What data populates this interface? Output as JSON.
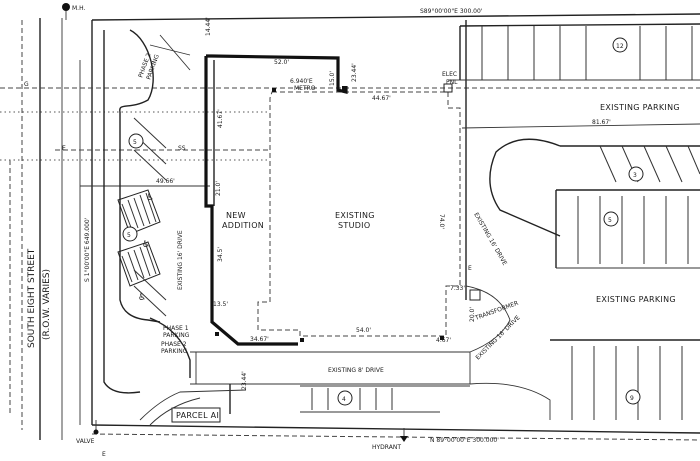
{
  "street": {
    "line1": "SOUTH EIGHT STREET",
    "line2": "(R.O.W. VARIES)"
  },
  "labels": {
    "mh": "M.H.",
    "new_addition_1": "NEW",
    "new_addition_2": "ADDITION",
    "existing_studio_1": "EXISTING",
    "existing_studio_2": "STUDIO",
    "existing_parking_top": "EXISTING PARKING",
    "existing_parking_bottom": "EXISTING PARKING",
    "existing_drive_left": "EXISTING 16' DRIVE",
    "existing_drive_bottom": "EXISTING 8' DRIVE",
    "existing_drive_right_1": "EXISTING 16' DRIVE",
    "existing_drive_right_2": "EXISTING 16' DRIVE",
    "transformer": "TRANSFORMER",
    "parcel": "PARCEL AI",
    "valve": "VALVE",
    "hydrant": "HYDRANT",
    "elec": "ELEC",
    "pnl": "PNL",
    "phase2_parking_1": "PHASE 2",
    "phase2_parking_2": "PARKING",
    "phase1_parking_1": "PHASE 1",
    "phase1_parking_2": "PARKING",
    "phase2_parking_3": "PHASE 2",
    "phase2_parking_4": "PARKING",
    "bearing_top": "S89°00'00\"E 300.00'",
    "bearing_bottom": "N 89°00'00\"E 300.000'",
    "bearing_left": "S 1°00'00\"E 649.000'",
    "letter_e1": "E",
    "letter_e2": "E",
    "letter_e3": "E",
    "ss": "SS",
    "letter_g": "G"
  },
  "dims": [
    "14.44'",
    "52.0'",
    "23.44'",
    "6.940'E",
    "METRO",
    "15.0'",
    "44.67'",
    "81.67'",
    "41.67'",
    "21.0'",
    "49.66'",
    "34.5'",
    "13.5'",
    "74.0'",
    "7.33'",
    "20.0'",
    "54.0'",
    "34.67'",
    "4.67'",
    "23.44'"
  ],
  "lot_numbers": [
    "12",
    "5",
    "3",
    "5",
    "5",
    "4",
    "9"
  ]
}
